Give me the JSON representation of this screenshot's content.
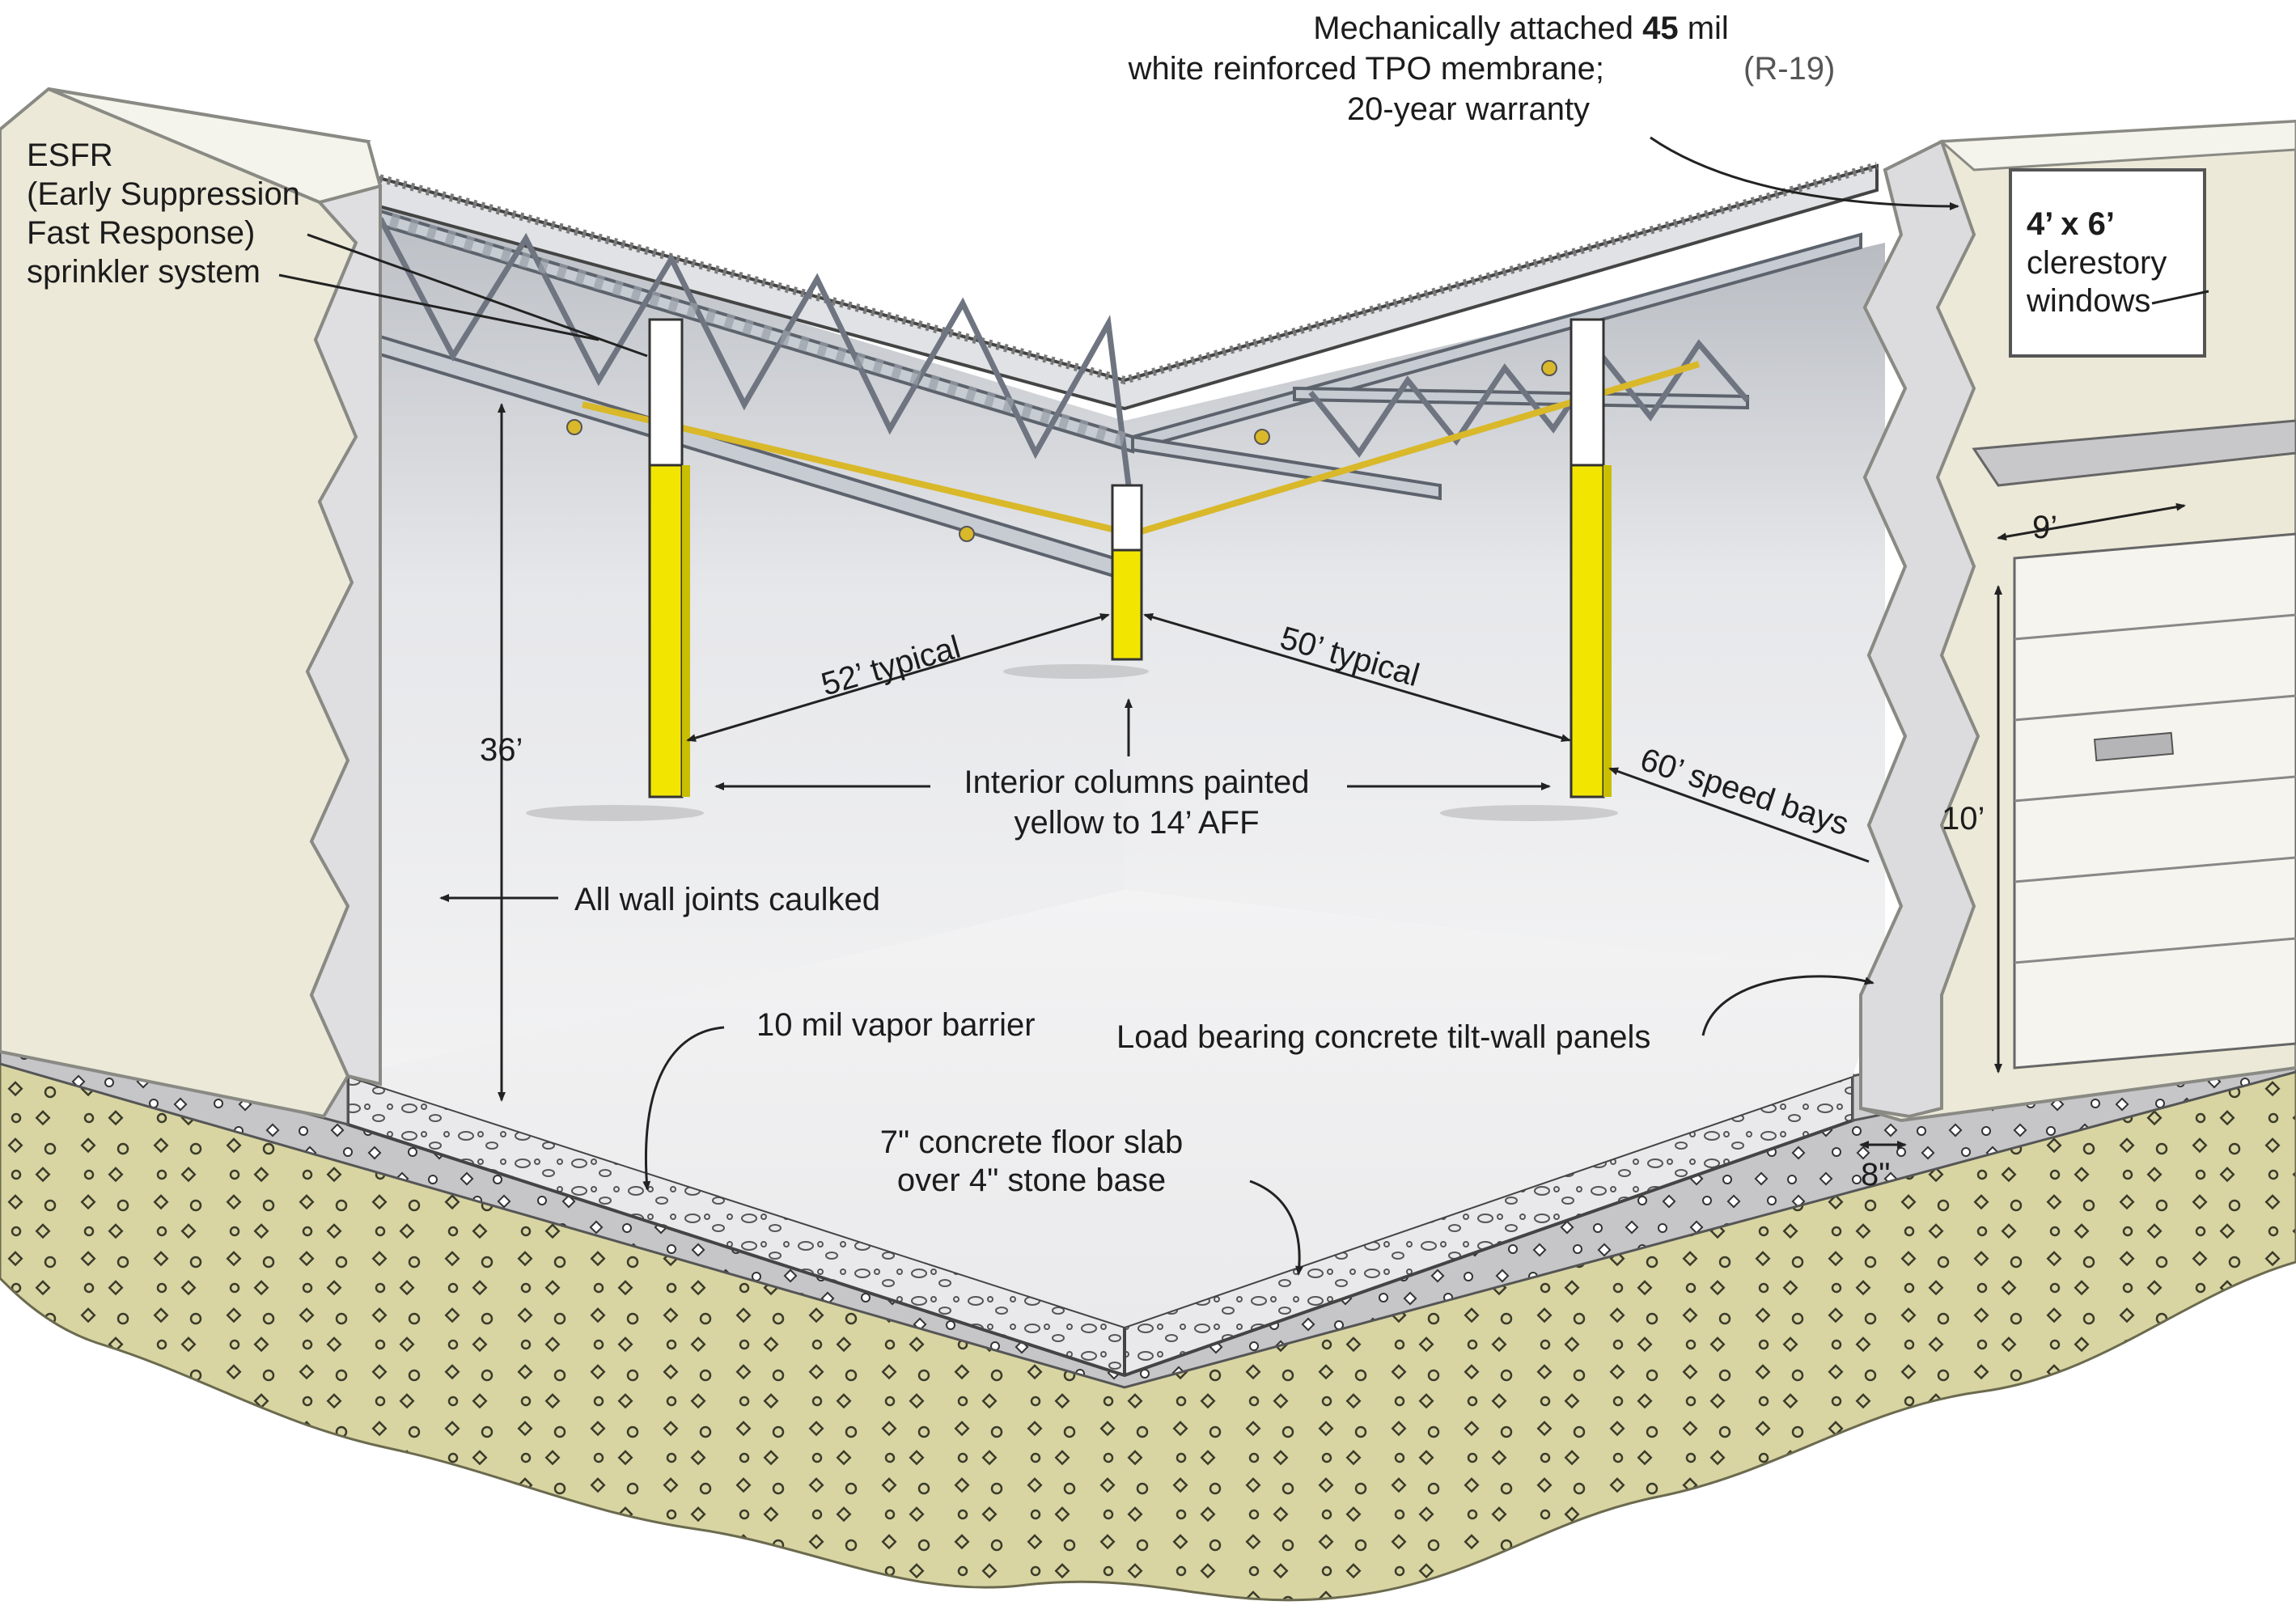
{
  "labels": {
    "membrane_line1_pre": "Mechanically attached ",
    "membrane_line1_bold": "45",
    "membrane_line1_post": " mil",
    "membrane_line2": "white reinforced TPO membrane;",
    "membrane_r": "(R-19)",
    "membrane_line3": "20-year warranty",
    "esfr_line1": "ESFR",
    "esfr_line2": "(Early Suppression",
    "esfr_line3": "Fast Response)",
    "esfr_line4": "sprinkler system",
    "clerestory_line1_bold": "4’ x 6’",
    "clerestory_line2": "clerestory",
    "clerestory_line3": "windows",
    "dim_9": "9’",
    "dim_10": "10’",
    "dim_36": "36’",
    "dim_52": "52’ typical",
    "dim_50": "50’ typical",
    "dim_60": "60’ speed bays",
    "columns_line1": "Interior columns painted",
    "columns_line2": "yellow to 14’ AFF",
    "wall_joints": "All wall joints caulked",
    "vapor_barrier": "10 mil vapor barrier",
    "tilt_wall": "Load bearing concrete tilt-wall panels",
    "slab_line1": "7\" concrete floor slab",
    "slab_line2": "over 4\" stone base",
    "dim_8": "8\""
  },
  "colors": {
    "column_yellow": "#f2e600",
    "wall_cream": "#ece9d8",
    "slab_gray": "#c9c9cc",
    "soil": "#d9d6a6",
    "sprinkler_pipe": "#d9b82a",
    "truss_gray": "#8d939c"
  }
}
